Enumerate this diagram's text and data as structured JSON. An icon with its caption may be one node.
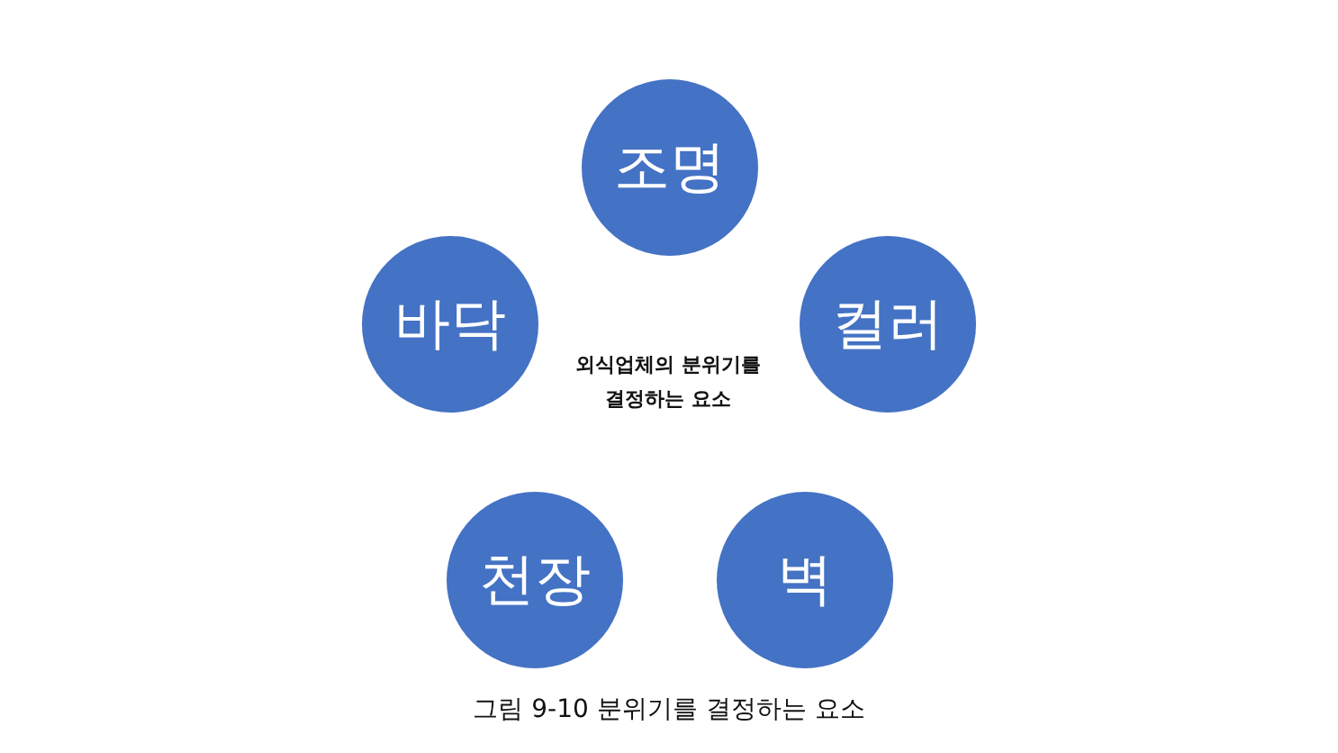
{
  "diagram": {
    "caption": "그림 9-10 분위기를 결정하는 요소",
    "nodes": [
      {
        "text": [
          "조명"
        ]
      },
      {
        "text": [
          "바닥"
        ]
      },
      {
        "text": [
          "컬러"
        ]
      },
      {
        "text": [
          "천장"
        ]
      },
      {
        "text": [
          "벽"
        ]
      }
    ],
    "edges": [],
    "labels": [
      "외식업체의 분위기를 결정하는 요소"
    ]
  }
}
